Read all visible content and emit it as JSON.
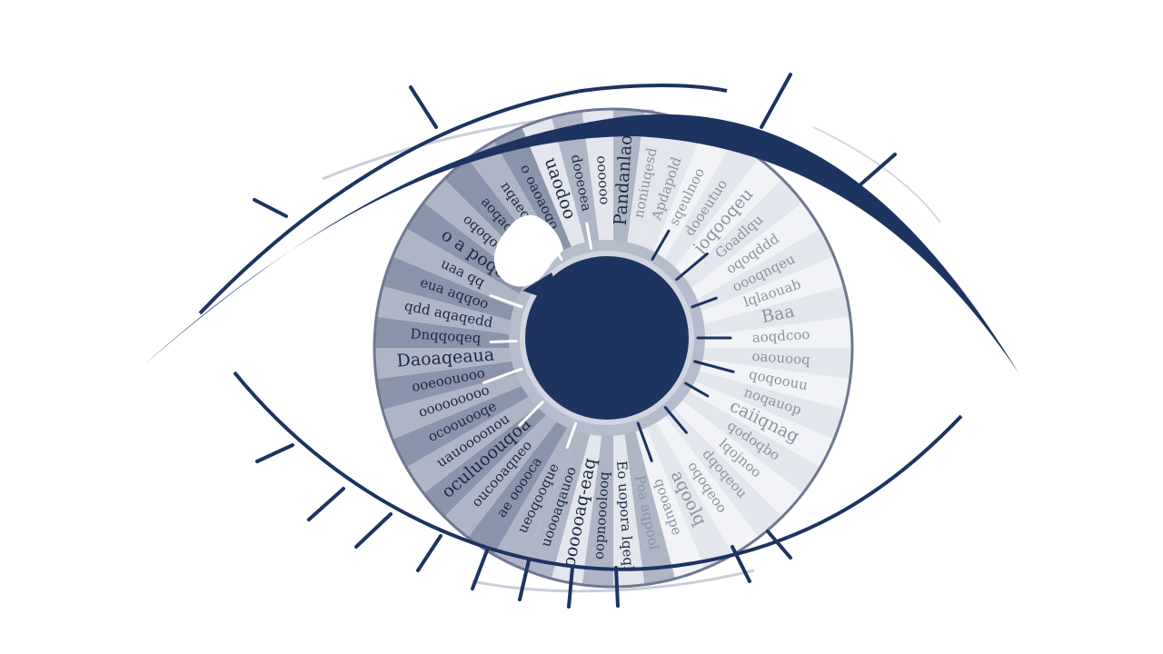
{
  "colors": {
    "background": "#ffffff",
    "navy": "#1d3461",
    "iris_dark": "#8a94aa",
    "iris_mid": "#aeb6c6",
    "iris_light": "#e3e6ec",
    "text_dark": "#1d2a44",
    "text_light": "#8c93a3",
    "accent_line": "#c9ced9"
  },
  "icons": {
    "eye": "eye-illustration",
    "pupil": "pupil-circle",
    "highlight": "eye-highlight-reflection"
  },
  "iris_text": [
    "Pandanlao",
    "noniuqesd",
    "Apdapold",
    "sqeulnoo",
    "dooeutuo",
    "joqooqeu",
    "Goadlqu",
    "oqoqddd",
    "oooqnqeu",
    "lqlaouab",
    "Baa",
    "aoqdcoo",
    "oaouooq",
    "qoqoouu",
    "noqauop",
    "caiiqnag",
    "qodoqbo",
    "lqojnoo",
    "dqoqeou",
    "oqoqeoo",
    "aqoolq",
    "qooaupe",
    "Poa aqpool",
    "Eo uopora lqeql",
    "oopnooolooq",
    "oooooaq-eaq",
    "uoooaqauoo",
    "ueoqooque",
    "ae ooooca",
    "oucooaqneo",
    "oculuoouqoa",
    "uauoooonou",
    "ocoouooqe",
    "ooooooooo",
    "ooeoouooo",
    "Daoaqeaua",
    "Dnqqoqeq",
    "qdd aqaqedd",
    "eua aqqoo",
    "uaa qq",
    "o a poqo",
    "oqoqoqo",
    "aoqaoou",
    "nqaeqoq",
    "o oaoaoqo",
    "uaodoo",
    "dooeoea",
    "oooooo"
  ]
}
